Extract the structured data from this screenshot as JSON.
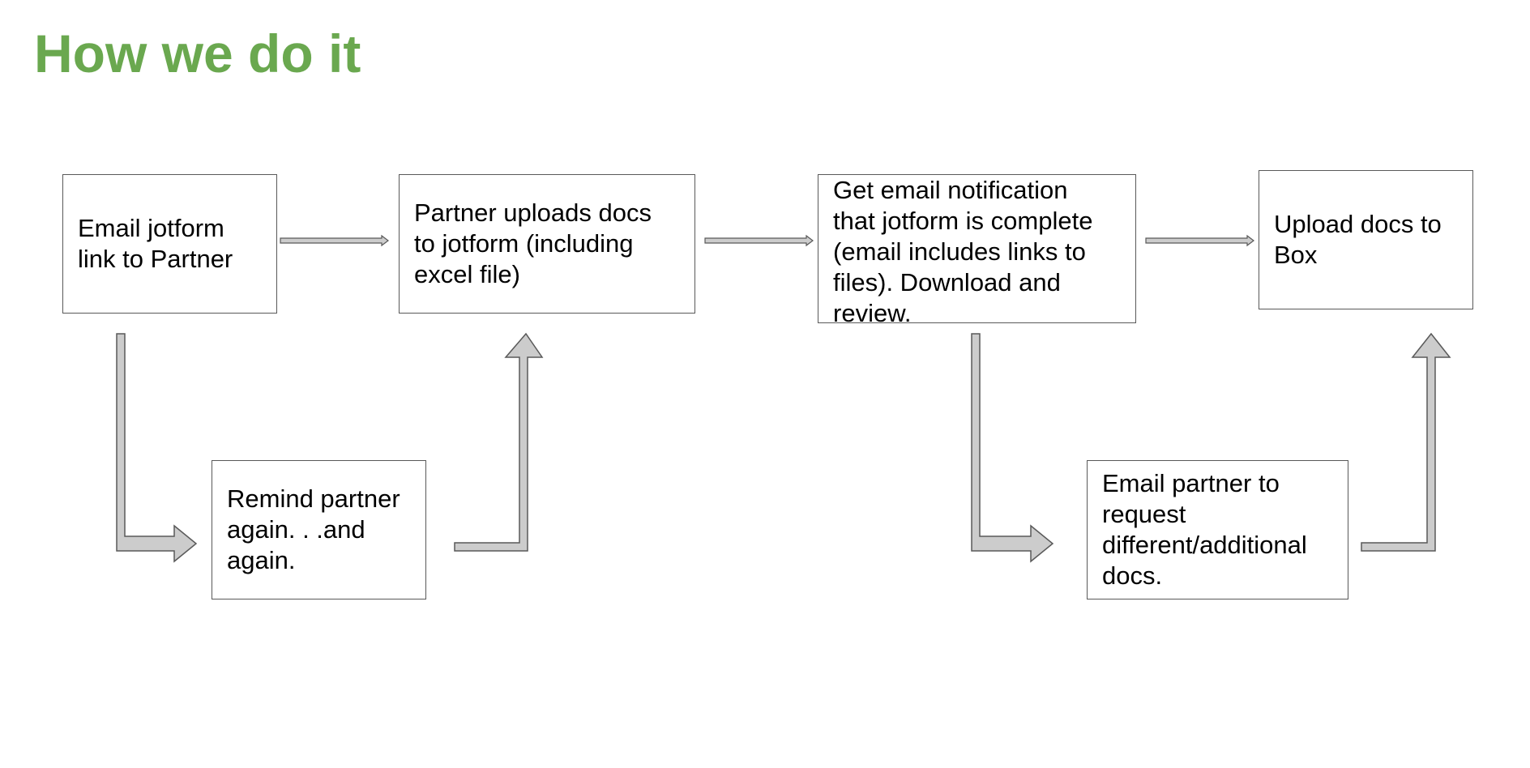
{
  "title": "How we do it",
  "colors": {
    "title": "#6aa84f",
    "box_border": "#595959",
    "arrow_fill": "#cccccc",
    "arrow_stroke": "#595959"
  },
  "steps": {
    "email_jotform": "Email jotform\nlink to Partner",
    "partner_uploads": "Partner uploads docs\nto jotform (including\nexcel file)",
    "get_notification": "Get email notification\nthat jotform is complete\n(email includes links to\nfiles). Download and\nreview.",
    "upload_box": "Upload docs to\nBox",
    "remind_partner": "Remind partner\nagain. . .and\nagain.",
    "email_request": "Email partner to\nrequest\ndifferent/additional\ndocs."
  }
}
